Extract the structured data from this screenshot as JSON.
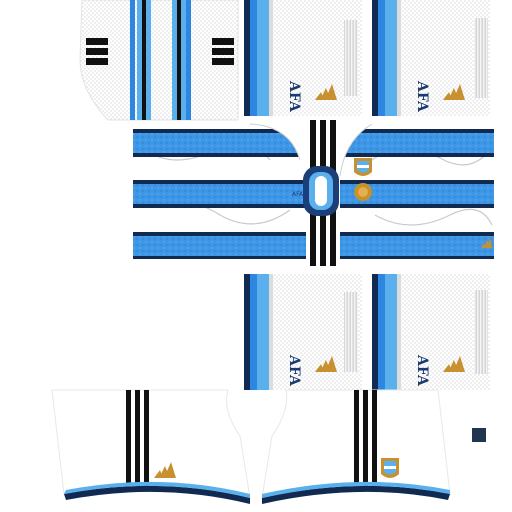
{
  "kit": {
    "colors": {
      "white": "#ffffff",
      "light_gray": "#e6e6e6",
      "mid_gray": "#b8b8b8",
      "sky_blue": "#5ab0ec",
      "mid_blue": "#2d86e0",
      "navy": "#112a52",
      "black": "#111111",
      "gold": "#c8902f",
      "dark_navy_square": "#1f3550"
    },
    "text": {
      "afa_monogram": "AFA"
    },
    "icons": {
      "afa_monogram": "afa-monogram-icon",
      "three_stripes_logo": "three-stripes-logo-icon",
      "afa_crest": "afa-crest-icon",
      "gold_badge": "champion-badge-icon",
      "color_swatch": "color-swatch-square"
    },
    "parts": [
      "sleeve-left",
      "sleeve-right",
      "collar-piece",
      "shirt-front-upper",
      "shirt-front-lower",
      "shirt-body-main",
      "shirt-back-upper",
      "shirt-back-lower",
      "shorts-left-leg",
      "shorts-right-leg",
      "color-swatch"
    ]
  }
}
